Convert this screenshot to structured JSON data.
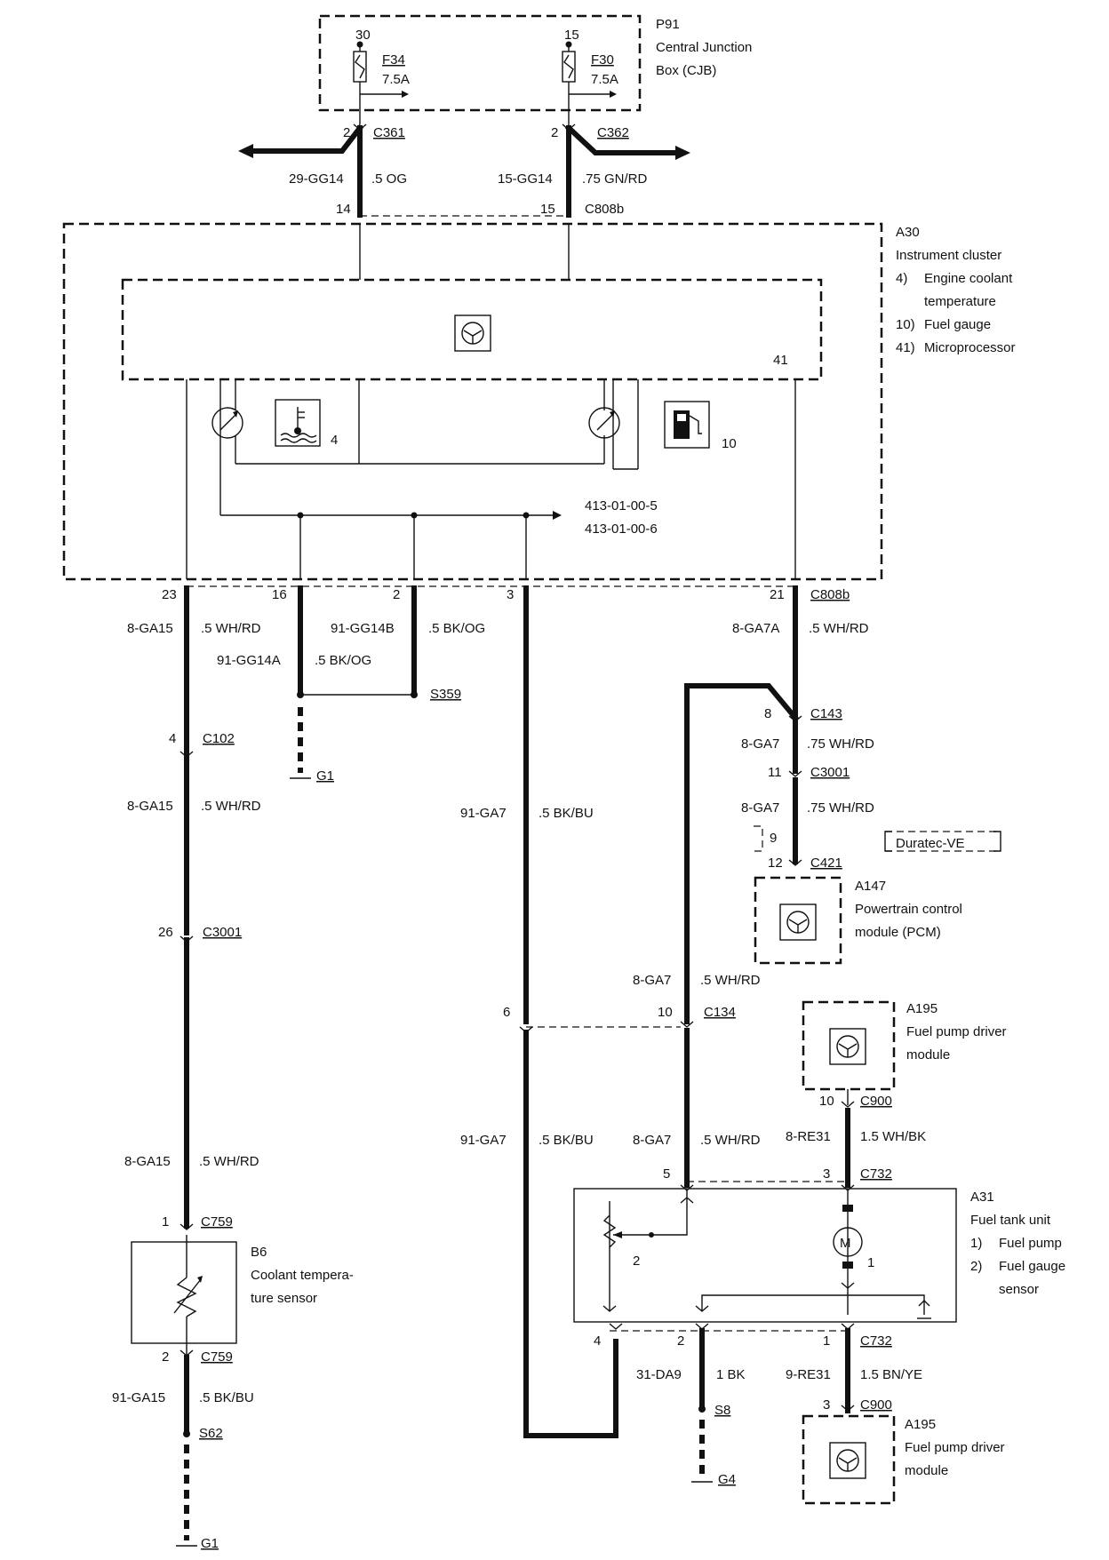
{
  "cjb": {
    "title": "P91",
    "lines": [
      "Central Junction",
      "Box (CJB)"
    ],
    "fuse_left": {
      "pin": "30",
      "name": "F34",
      "rating": "7.5A"
    },
    "fuse_right": {
      "pin": "15",
      "name": "F30",
      "rating": "7.5A"
    }
  },
  "connectors": {
    "c361": "C361",
    "c362": "C362",
    "c808b_top": "C808b",
    "c808b_bot": "C808b",
    "c102": "C102",
    "c3001_left": "C3001",
    "c759_top": "C759",
    "c759_bot": "C759",
    "c143": "C143",
    "c3001_right": "C3001",
    "c421": "C421",
    "c134": "C134",
    "c900_top": "C900",
    "c732_top": "C732",
    "c732_bot": "C732",
    "c900_bot": "C900",
    "s359": "S359",
    "s62": "S62",
    "s8": "S8",
    "g1_mid": "G1",
    "g1_bot": "G1",
    "g4": "G4"
  },
  "pins": {
    "p361": "2",
    "p362": "2",
    "p14": "14",
    "p15": "15",
    "p23": "23",
    "p16": "16",
    "p2a": "2",
    "p3": "3",
    "p21": "21",
    "p4": "4",
    "p26": "26",
    "p1_759": "1",
    "p2_759": "2",
    "p8": "8",
    "p11": "11",
    "p12": "12",
    "p6": "6",
    "p10": "10",
    "p10_900": "10",
    "p5": "5",
    "p3_732": "3",
    "p4_732": "4",
    "p2_732": "2",
    "p1_732": "1",
    "p3_900": "3"
  },
  "wires": {
    "w29": "29-GG14",
    "w29c": ".5 OG",
    "w15": "15-GG14",
    "w15c": ".75 GN/RD",
    "w8a": "8-GA15",
    "w8ac": ".5 WH/RD",
    "w91b": "91-GG14B",
    "w91bc": ".5 BK/OG",
    "w91a": "91-GG14A",
    "w91ac": ".5 BK/OG",
    "w8ga7a": "8-GA7A",
    "w8ga7ac": ".5 WH/RD",
    "w8ga7_1": "8-GA7",
    "w8ga7_1c": ".75 WH/RD",
    "w8ga7_2": "8-GA7",
    "w8ga7_2c": ".75 WH/RD",
    "w8b": "8-GA15",
    "w8bc": ".5 WH/RD",
    "w91ga7_1": "91-GA7",
    "w91ga7_1c": ".5 BK/BU",
    "w8ga7_3": "8-GA7",
    "w8ga7_3c": ".5 WH/RD",
    "w8c": "8-GA15",
    "w8cc": ".5 WH/RD",
    "w91ga7_2": "91-GA7",
    "w91ga7_2c": ".5 BK/BU",
    "w8ga7_4": "8-GA7",
    "w8ga7_4c": ".5 WH/RD",
    "w8re31": "8-RE31",
    "w8re31c": "1.5 WH/BK",
    "w91ga15": "91-GA15",
    "w91ga15c": ".5 BK/BU",
    "w31da9": "31-DA9",
    "w31da9c": "1 BK",
    "w9re31": "9-RE31",
    "w9re31c": "1.5 BN/YE"
  },
  "cluster": {
    "title": "A30",
    "name": "Instrument cluster",
    "legend": [
      {
        "num": "4)",
        "text": "Engine coolant"
      },
      {
        "num": "",
        "text": "temperature"
      },
      {
        "num": "10)",
        "text": "Fuel gauge"
      },
      {
        "num": "41)",
        "text": "Microprocessor"
      }
    ],
    "label41": "41",
    "label4": "4",
    "label10": "10",
    "ref1": "413-01-00-5",
    "ref2": "413-01-00-6"
  },
  "pcm": {
    "title": "A147",
    "lines": [
      "Powertrain control",
      "module (PCM)"
    ],
    "option": "9",
    "engine": "Duratec-VE"
  },
  "fpdm_top": {
    "title": "A195",
    "lines": [
      "Fuel pump driver",
      "module"
    ]
  },
  "fpdm_bot": {
    "title": "A195",
    "lines": [
      "Fuel pump driver",
      "module"
    ]
  },
  "tank": {
    "title": "A31",
    "name": "Fuel tank unit",
    "legend": [
      {
        "num": "1)",
        "text": "Fuel pump"
      },
      {
        "num": "2)",
        "text": "Fuel gauge"
      },
      {
        "num": "",
        "text": "sensor"
      }
    ],
    "label1": "1",
    "label2": "2",
    "motor": "M"
  },
  "sensor": {
    "title": "B6",
    "lines": [
      "Coolant tempera-",
      "ture sensor"
    ]
  }
}
